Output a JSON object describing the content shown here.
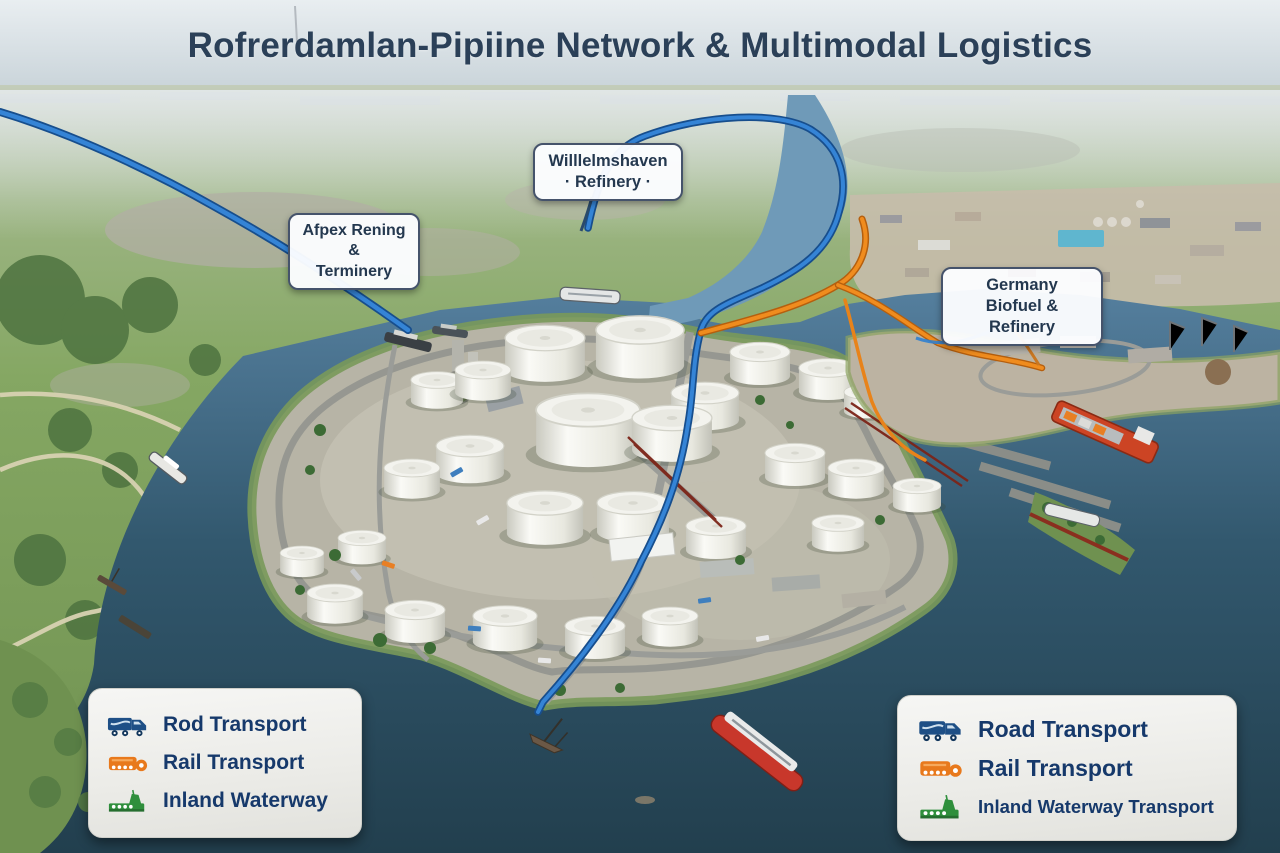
{
  "title": "Rofrerdamlan-Pipiine Network & Multimodal Logistics",
  "callouts": {
    "willelmshaven": {
      "line1": "Willlelmshaven",
      "line2": "· Refinery ·"
    },
    "afpex": {
      "line1": "Afpex Rening &",
      "line2": "Terminery"
    },
    "germany": {
      "line1": "Germany",
      "line2": "Biofuel & Refinery"
    }
  },
  "legend_left": {
    "items": [
      {
        "icon": "truck-icon",
        "label": "Rod Transport",
        "color": "#1e4f86"
      },
      {
        "icon": "train-icon",
        "label": "Rail Transport",
        "color": "#e8791c"
      },
      {
        "icon": "barge-icon",
        "label": "Inland Waterway",
        "color": "#2f8f3c"
      }
    ]
  },
  "legend_right": {
    "items": [
      {
        "icon": "truck-icon",
        "label": "Road Transport",
        "color": "#1e4f86"
      },
      {
        "icon": "train-icon",
        "label": "Rail Transport",
        "color": "#e8791c"
      },
      {
        "icon": "barge-icon",
        "label": "Inland Waterway Transport",
        "color": "#2f8f3c"
      }
    ]
  },
  "routes": {
    "pipeline_blue": "#2f7fd0",
    "pipeline_orange": "#f08c1e",
    "rail_maroon": "#7c2418"
  }
}
